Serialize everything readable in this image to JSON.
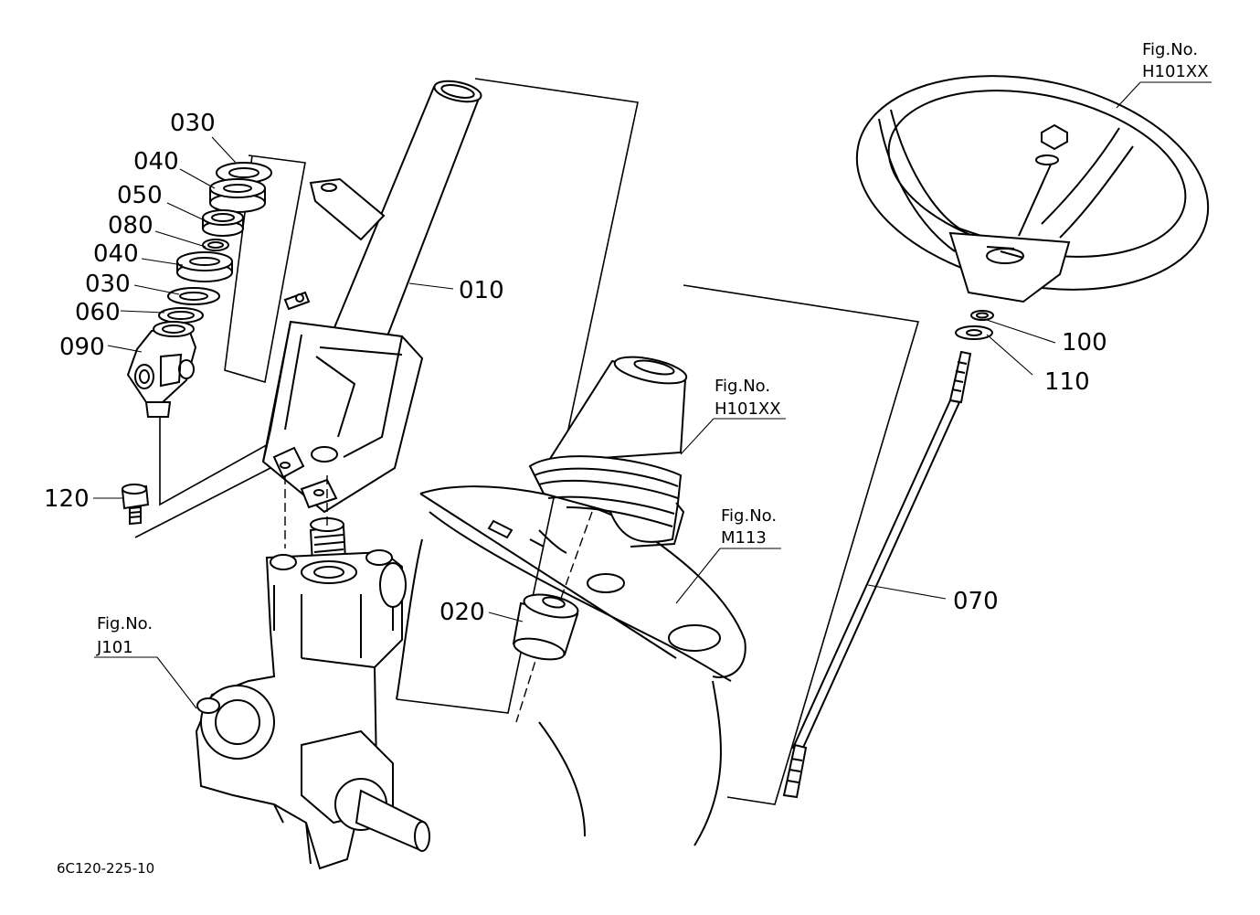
{
  "drawing_code": "6C120-225-10",
  "callouts": {
    "p010": "010",
    "p020": "020",
    "p030a": "030",
    "p030b": "030",
    "p040a": "040",
    "p040b": "040",
    "p050": "050",
    "p060": "060",
    "p070": "070",
    "p080": "080",
    "p090": "090",
    "p100": "100",
    "p110": "110",
    "p120": "120"
  },
  "figure_refs": {
    "wheel": {
      "label": "Fig.No.",
      "number": "H101XX"
    },
    "boot": {
      "label": "Fig.No.",
      "number": "H101XX"
    },
    "dash": {
      "label": "Fig.No.",
      "number": "M113"
    },
    "gearbox": {
      "label": "Fig.No.",
      "number": "J101"
    }
  }
}
